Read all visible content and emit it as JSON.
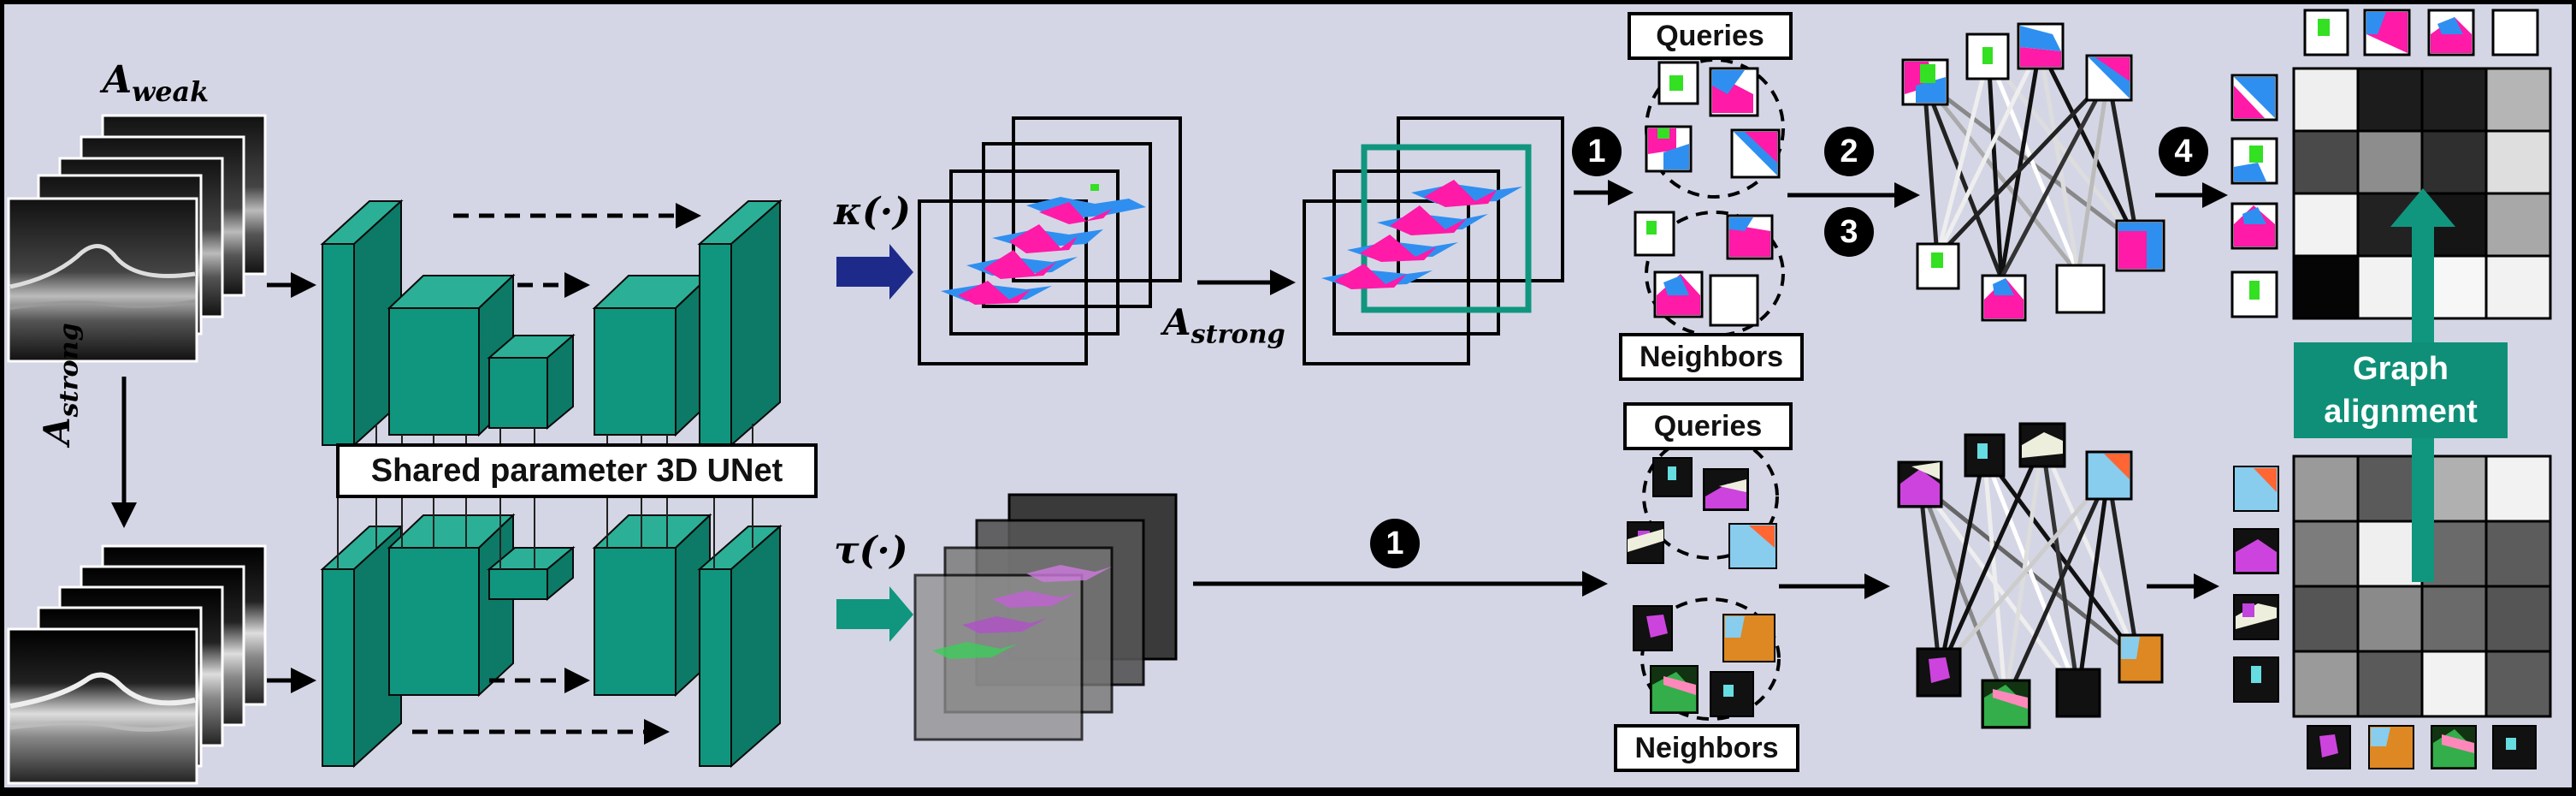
{
  "labels": {
    "a_weak_base": "A",
    "a_weak_sub": "weak",
    "a_strong_base": "A",
    "a_strong_sub": "strong",
    "kappa": "κ(·)",
    "tau": "τ(·)",
    "unet": "Shared parameter 3D UNet",
    "queries_top": "Queries",
    "neighbors_top": "Neighbors",
    "queries_bottom": "Queries",
    "neighbors_bottom": "Neighbors",
    "graph_alignment_line1": "Graph",
    "graph_alignment_line2": "alignment"
  },
  "steps": {
    "s1_top": "1",
    "s2": "2",
    "s3": "3",
    "s4": "4",
    "s1_bottom": "1"
  },
  "colors": {
    "background": "#d4d6e5",
    "unet_green": "#10967e",
    "teal_arrow": "#10967e",
    "navy_arrow": "#1e2a8a",
    "magenta": "#ff1aa8",
    "blue": "#2f8ff0",
    "green": "#33e022"
  },
  "matrices": {
    "top": [
      [
        "#efefef",
        "#1c1c1c",
        "#1e1e1e",
        "#b5b5b5"
      ],
      [
        "#4a4a4a",
        "#8d8d8d",
        "#2f2f2f",
        "#dedede"
      ],
      [
        "#f2f2f2",
        "#222222",
        "#151515",
        "#a8a8a8"
      ],
      [
        "#050505",
        "#f2f2f2",
        "#f7f7f7",
        "#f2f2f2"
      ]
    ],
    "bottom": [
      [
        "#9a9a9a",
        "#5a5a5a",
        "#b0b0b0",
        "#f2f2f2"
      ],
      [
        "#7c7c7c",
        "#efefef",
        "#6a6a6a",
        "#5c5c5c"
      ],
      [
        "#555555",
        "#8a8a8a",
        "#6a6a6a",
        "#555555"
      ],
      [
        "#9a9a9a",
        "#5a5a5a",
        "#f2f2f2",
        "#5c5c5c"
      ]
    ]
  }
}
